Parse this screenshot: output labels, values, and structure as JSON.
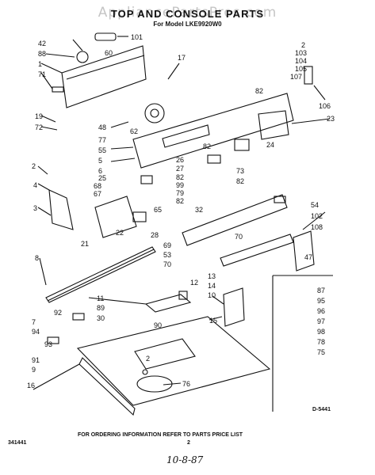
{
  "header": {
    "title": "TOP AND CONSOLE PARTS",
    "subtitle": "For Model LKE9920W0",
    "watermark": "AppliancePartsPros.com"
  },
  "footer": {
    "note": "FOR ORDERING INFORMATION REFER TO PARTS PRICE LIST",
    "page_number": "2",
    "code_left": "341441",
    "figure_code": "D-5441",
    "handwritten": "10-8-87"
  },
  "callouts": [
    "1",
    "2",
    "3",
    "4",
    "5",
    "6",
    "7",
    "8",
    "9",
    "10",
    "11",
    "12",
    "13",
    "14",
    "15",
    "16",
    "17",
    "19",
    "21",
    "22",
    "23",
    "24",
    "25",
    "26",
    "27",
    "28",
    "30",
    "32",
    "47",
    "48",
    "53",
    "54",
    "55",
    "60",
    "62",
    "65",
    "67",
    "68",
    "69",
    "70",
    "71",
    "72",
    "73",
    "75",
    "76",
    "77",
    "78",
    "79",
    "82",
    "87",
    "88",
    "89",
    "90",
    "91",
    "92",
    "93",
    "94",
    "95",
    "96",
    "97",
    "98",
    "99",
    "101",
    "102",
    "103",
    "104",
    "105",
    "106",
    "107",
    "108"
  ]
}
